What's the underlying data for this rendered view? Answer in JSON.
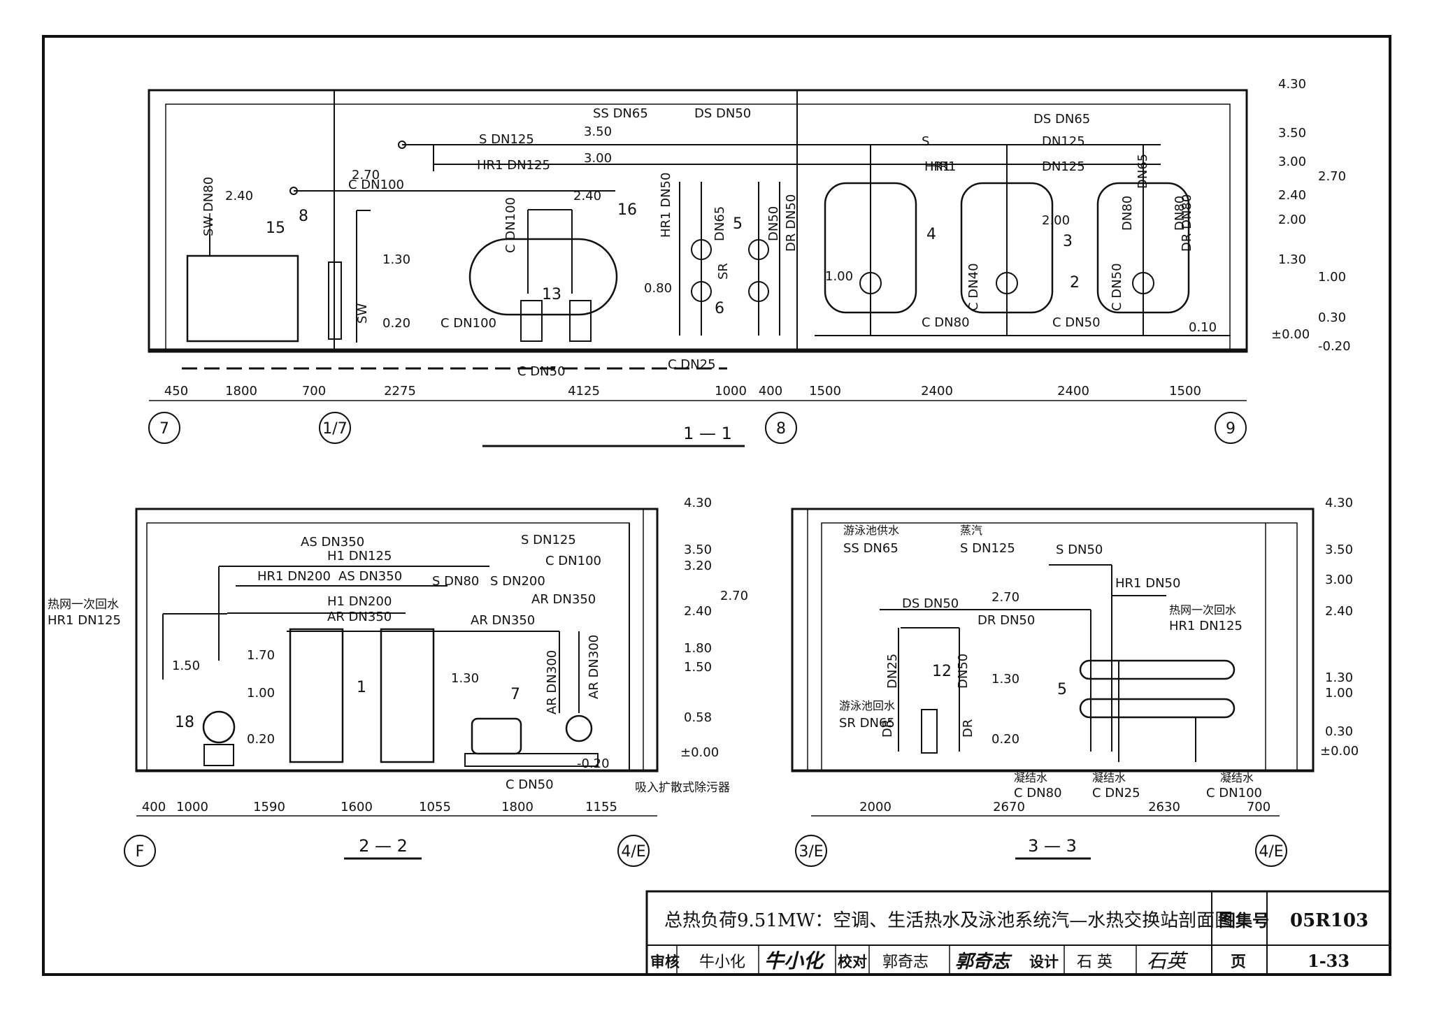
{
  "sheet": {
    "title_block": {
      "drawing_title": "总热负荷9.51MW：空调、生活热水及泳池系统汽—水热交换站剖面图",
      "atlas_label": "图集号",
      "atlas_no": "05R103",
      "review_label": "审核",
      "reviewer": "牛小化",
      "reviewer_signature": "牛小化",
      "check_label": "校对",
      "checker": "郭奇志",
      "checker_signature": "郭奇志",
      "design_label": "设计",
      "designer": "石 英",
      "designer_signature": "石英",
      "page_label": "页",
      "page_no": "1-33"
    }
  },
  "section_1_1": {
    "caption": "1 — 1",
    "elevations": [
      "4.30",
      "3.50",
      "3.00",
      "2.70",
      "2.40",
      "2.00",
      "1.30",
      "1.00",
      "0.30",
      "±0.00",
      "-0.20"
    ],
    "inner_elevations": [
      "3.50",
      "3.00",
      "2.70",
      "2.40",
      "2.40",
      "2.00",
      "1.30",
      "1.00",
      "0.80",
      "0.20",
      "0.10"
    ],
    "pipe_labels": [
      "S DN125",
      "HR1 DN125",
      "C DN100",
      "SS DN65",
      "DS DN50",
      "S",
      "HR1",
      "DS DN65",
      "DN125",
      "DN125",
      "C DN50",
      "C DN25",
      "C DN100",
      "C DN80",
      "C DN50",
      "C DN40",
      "C DN50",
      "HR1 DN50",
      "SR",
      "DR DN50",
      "DN65",
      "DN50",
      "DN80",
      "DN80",
      "DN65",
      "SW DN80",
      "SW",
      "C DN100",
      "DR DN80",
      "HR1"
    ],
    "item_numbers": [
      "15",
      "8",
      "16",
      "13",
      "6",
      "5",
      "4",
      "3",
      "2"
    ],
    "dimensions": [
      "450",
      "1800",
      "700",
      "2275",
      "4125",
      "1000",
      "400",
      "1500",
      "2400",
      "2400",
      "1500"
    ],
    "grid_axes": [
      "7",
      "1/7",
      "8",
      "9"
    ]
  },
  "section_2_2": {
    "caption": "2 — 2",
    "elevations": [
      "4.30",
      "3.50",
      "3.20",
      "2.70",
      "2.40",
      "1.80",
      "1.50",
      "0.58",
      "±0.00"
    ],
    "inner_elevations": [
      "1.70",
      "1.50",
      "1.00",
      "0.20",
      "1.30",
      "-0.20"
    ],
    "pipe_labels": [
      "AS DN350",
      "H1 DN125",
      "HR1 DN200",
      "AS DN350",
      "S DN80",
      "S DN200",
      "S DN125",
      "C DN100",
      "H1 DN200",
      "AR DN350",
      "AR DN350",
      "AR DN350",
      "AR DN300",
      "AR DN300",
      "C DN50"
    ],
    "notes": [
      "热网一次回水",
      "HR1 DN125",
      "吸入扩散式除污器"
    ],
    "item_numbers": [
      "18",
      "1",
      "7"
    ],
    "dimensions": [
      "400",
      "1000",
      "1590",
      "1600",
      "1055",
      "1800",
      "1155"
    ],
    "grid_axes": [
      "F",
      "4/E"
    ]
  },
  "section_3_3": {
    "caption": "3 — 3",
    "elevations": [
      "4.30",
      "3.50",
      "3.00",
      "2.40",
      "1.30",
      "1.00",
      "0.30",
      "±0.00"
    ],
    "inner_elevations": [
      "2.70",
      "1.30",
      "0.20"
    ],
    "pipe_labels": [
      "DS DN50",
      "DR DN50",
      "DN25",
      "DN50",
      "DR",
      "DR",
      "S DN50",
      "HR1 DN50"
    ],
    "notes": [
      "游泳池供水",
      "SS DN65",
      "蒸汽",
      "S DN125",
      "热网一次回水",
      "HR1 DN125",
      "游泳池回水",
      "SR DN65",
      "凝结水",
      "C DN80",
      "凝结水",
      "C DN25",
      "凝结水",
      "C DN100"
    ],
    "item_numbers": [
      "12",
      "5"
    ],
    "dimensions": [
      "2000",
      "2670",
      "2630",
      "700"
    ],
    "grid_axes": [
      "3/E",
      "4/E"
    ]
  }
}
